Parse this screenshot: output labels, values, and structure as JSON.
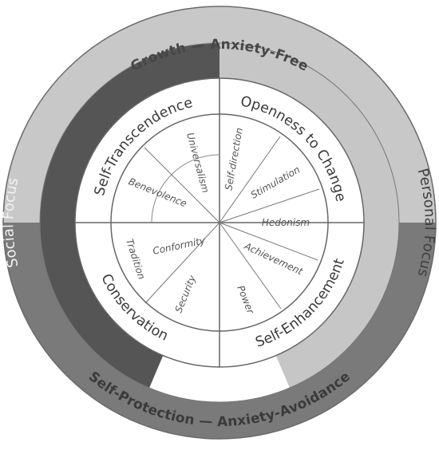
{
  "colors": {
    "outer_ring_light": "#c8c8c8",
    "outer_ring_dark": "#7a7a7a",
    "mid_ring_dark": "#555555",
    "mid_ring_light": "#c6c6c6",
    "ring_text_dark": "#3f3f3f",
    "ring_text_light": "#f2f2f2",
    "lines": "#666666"
  },
  "outer": {
    "top_label": "Growth — Anxiety-Free",
    "bottom_label": "Self-Protection — Anxiety-Avoidance"
  },
  "middle": {
    "left_label": "Social Focus",
    "right_label": "Personal Focus"
  },
  "quadrants": {
    "top_left": "Self-Transcendence",
    "top_right": "Openness to Change",
    "bottom_right": "Self-Enhancement",
    "bottom_left": "Conservation"
  },
  "values": {
    "universalism": "Universalism",
    "self_direction": "Self-direction",
    "stimulation": "Stimulation",
    "hedonism": "Hedonism",
    "achievement": "Achievement",
    "power": "Power",
    "security": "Security",
    "conformity": "Conformity",
    "tradition": "Tradition",
    "benevolence": "Benevolence"
  }
}
